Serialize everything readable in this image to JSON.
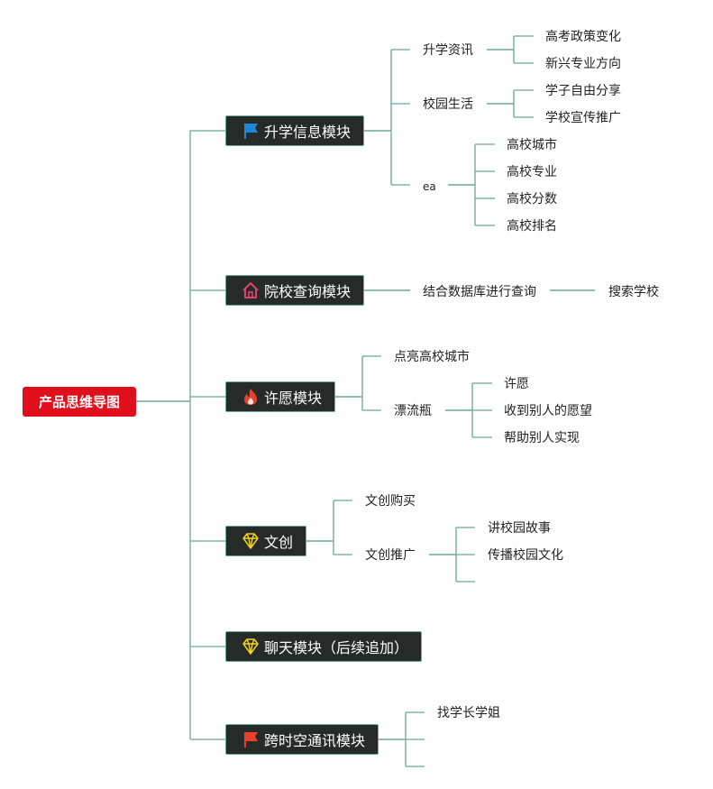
{
  "root": {
    "label": "产品思维导图"
  },
  "modules": [
    {
      "label": "升学信息模块",
      "icon": "blue-flag-icon"
    },
    {
      "label": "院校查询模块",
      "icon": "house-icon"
    },
    {
      "label": "许愿模块",
      "icon": "fire-icon"
    },
    {
      "label": "文创",
      "icon": "diamond-icon"
    },
    {
      "label": "聊天模块（后续追加）",
      "icon": "diamond-icon"
    },
    {
      "label": "跨时空通讯模块",
      "icon": "red-flag-icon"
    }
  ],
  "m1": {
    "news": "升学资讯",
    "news_items": [
      "高考政策变化",
      "新兴专业方向"
    ],
    "life": "校园生活",
    "life_items": [
      "学子自由分享",
      "学校宣传推广"
    ],
    "ea": "ea",
    "ea_items": [
      "高校城市",
      "高校专业",
      "高校分数",
      "高校排名"
    ]
  },
  "m2": {
    "child": "结合数据库进行查询",
    "grandchild": "搜索学校"
  },
  "m3": {
    "light": "点亮高校城市",
    "bottle": "漂流瓶",
    "bottle_items": [
      "许愿",
      "收到别人的愿望",
      "帮助别人实现"
    ]
  },
  "m4": {
    "buy": "文创购买",
    "promo": "文创推广",
    "promo_items": [
      "讲校园故事",
      "传播校园文化"
    ]
  },
  "m6": {
    "child": "找学长学姐"
  },
  "colors": {
    "line": "#6aa896",
    "root_bg": "#e00f1c",
    "module_bg": "#262a29"
  }
}
